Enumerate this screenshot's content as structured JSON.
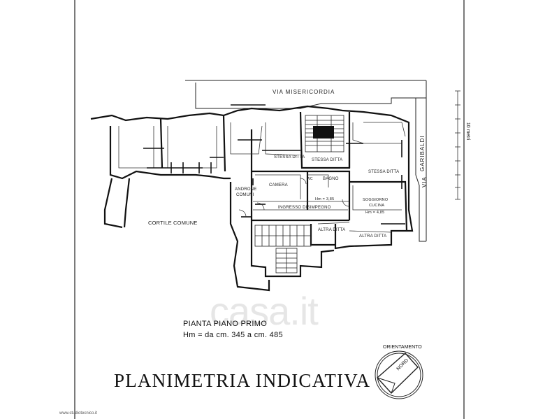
{
  "title": "PLANIMETRIA INDICATIVA",
  "floor_plan": {
    "name": "PIANTA PIANO PRIMO",
    "height": "Hm = da cm. 345 a cm. 485"
  },
  "streets": {
    "north": "VIA  MISERICORDIA",
    "east_a": "VIA",
    "east_b": "GARIBALDI"
  },
  "areas": {
    "courtyard": "CORTILE COMUNE",
    "stessa_ditta_1": "STESSA DITTA",
    "stessa_ditta_2": "STESSA DITTA",
    "stessa_ditta_3": "STESSA DITTA",
    "androne_1": "ANDRONE",
    "androne_2": "COMUNI",
    "camera": "CAMERA",
    "bagno": "BAGNO",
    "wc": "WC",
    "hm": "Hm = 3,85",
    "ingresso": "INGRESSO  DISIMPEGNO",
    "soggiorno_1": "SOGGIORNO",
    "soggiorno_2": "CUCINA",
    "soggiorno_hm": "Hm = 4,85",
    "altra_ditta_1": "ALTRA DITTA",
    "altra_ditta_2": "ALTRA DITTA"
  },
  "orientation": {
    "label": "ORIENTAMENTO",
    "north": "NORD"
  },
  "scale": "10 metri",
  "watermark": "casa.it",
  "footer": "www.studiotecnico.it"
}
